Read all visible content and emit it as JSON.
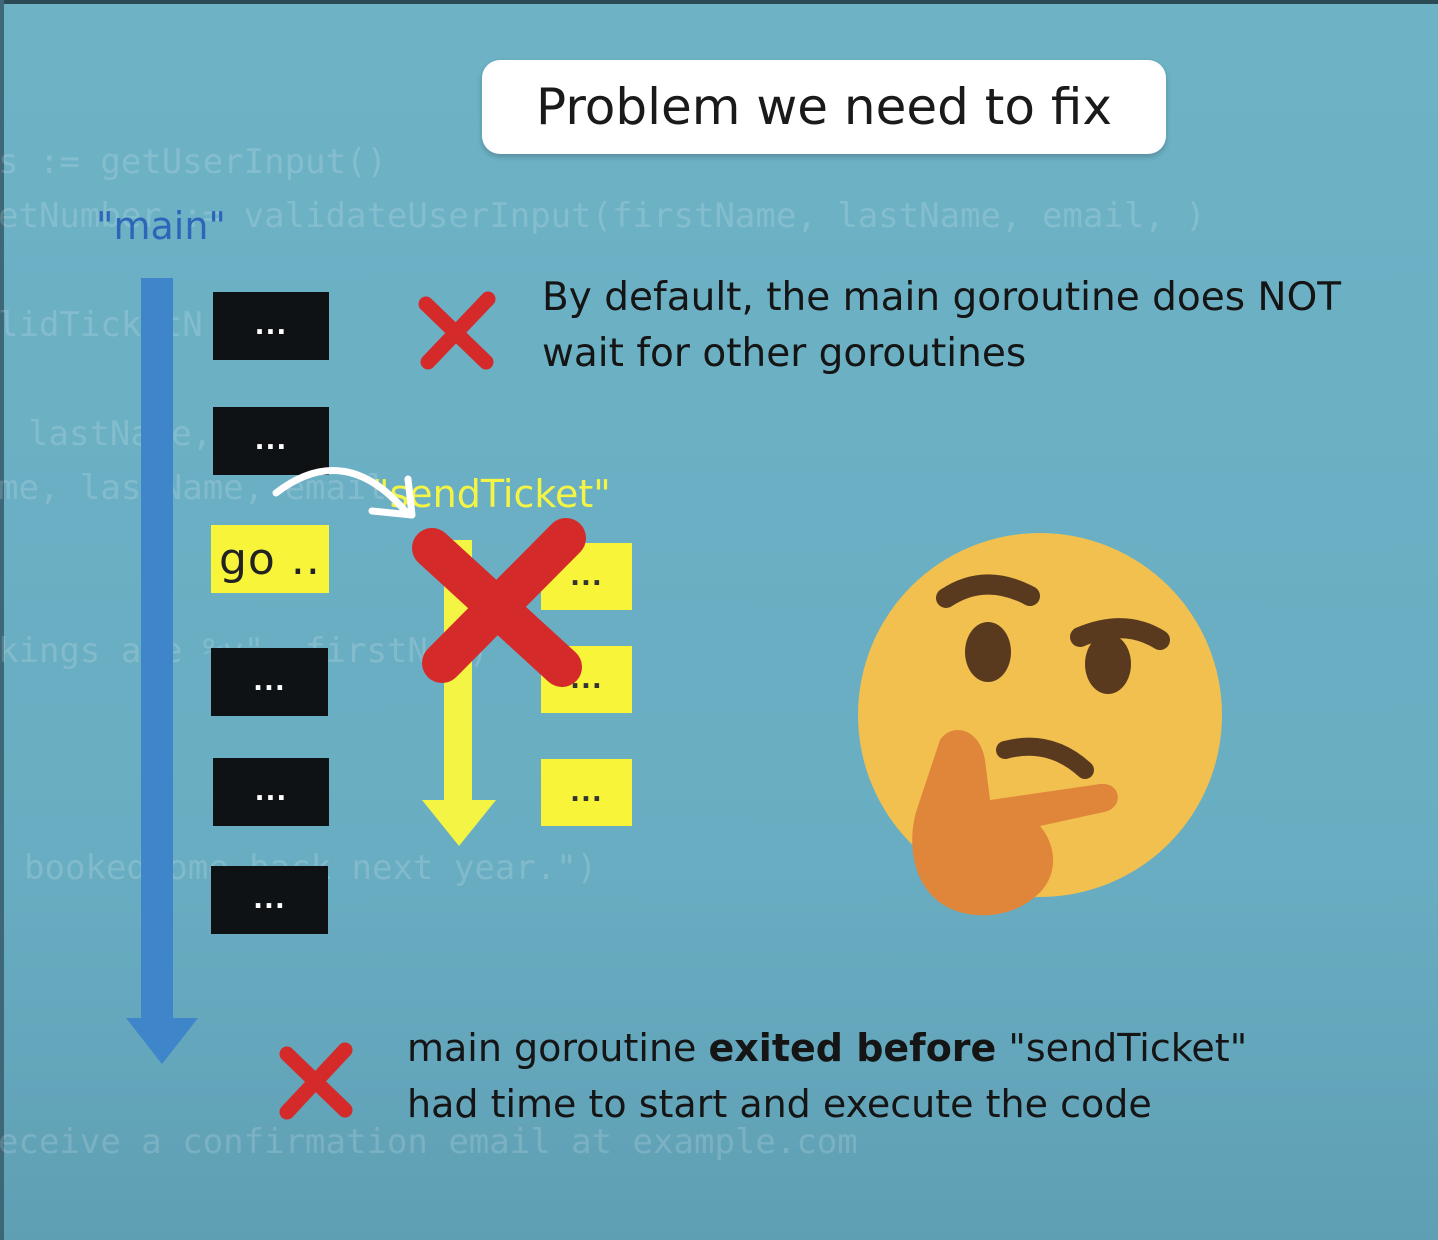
{
  "title": "Problem we need to fix",
  "main_label": "\"main\"",
  "send_label": "\"sendTicket\"",
  "main_blocks": [
    "...",
    "...",
    "go ..",
    "...",
    "...",
    "..."
  ],
  "send_blocks": [
    "...",
    "...",
    "..."
  ],
  "note_top": {
    "line1": "By default, the main goroutine does NOT",
    "line2": "wait for other goroutines"
  },
  "note_bottom": {
    "line1_pre": "main goroutine ",
    "line1_bold": "exited before",
    "line1_post": " \"sendTicket\"",
    "line2": "had time to start and execute the code"
  },
  "background_code": [
    "s := getUserInput()",
    "etNumber := validateUserInput(firstName, lastName, email, )",
    "lidTicketN     {",
    "lastName, )",
    "me, lastName, email",
    "kings are %v\", firstNa  )",
    "booked    ome back next year.\")",
    "eceive a confirmation email at example.com"
  ],
  "colors": {
    "background": "#6eb2c6",
    "main_arrow": "#3f85c9",
    "send_arrow": "#f4f445",
    "cross": "#d42a2a",
    "emoji_face": "#f2c04f",
    "emoji_hand": "#e0863a"
  },
  "icons": [
    "red-cross-icon",
    "thinking-face-emoji",
    "curved-spawn-arrow"
  ]
}
